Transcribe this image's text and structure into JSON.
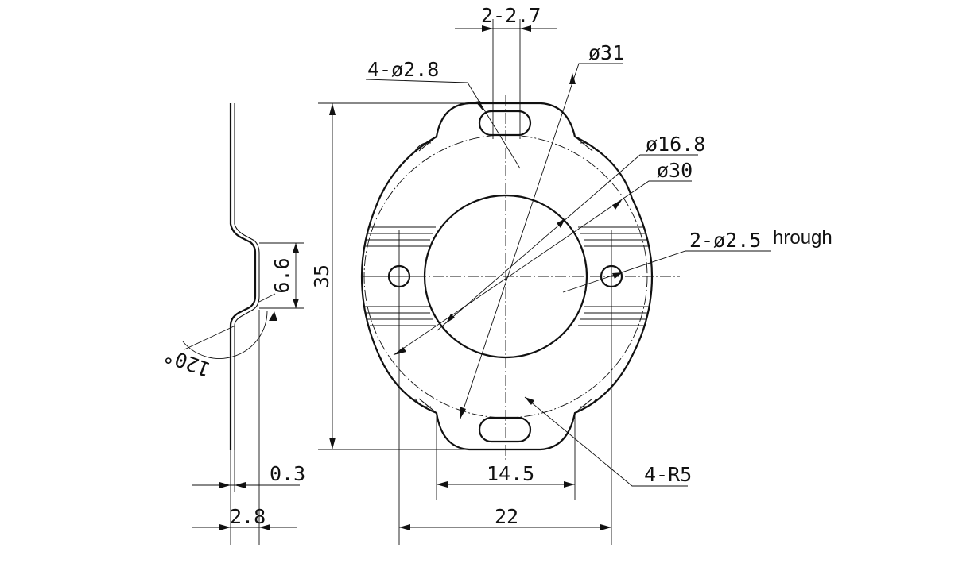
{
  "labels": {
    "slot_width": "2-2.7",
    "corner_holes": "4-ø2.8",
    "outer_diameter": "ø31",
    "inner_diameter": "ø16.8",
    "pitch_diameter": "ø30",
    "side_holes": "2-ø2.5",
    "through_text": "hrough",
    "height": "35",
    "offset": "6.6",
    "angle": "120°",
    "thickness": "0.3",
    "total_depth": "2.8",
    "slot_spacing": "14.5",
    "hole_spacing": "22",
    "corner_radius": "4-R5"
  }
}
